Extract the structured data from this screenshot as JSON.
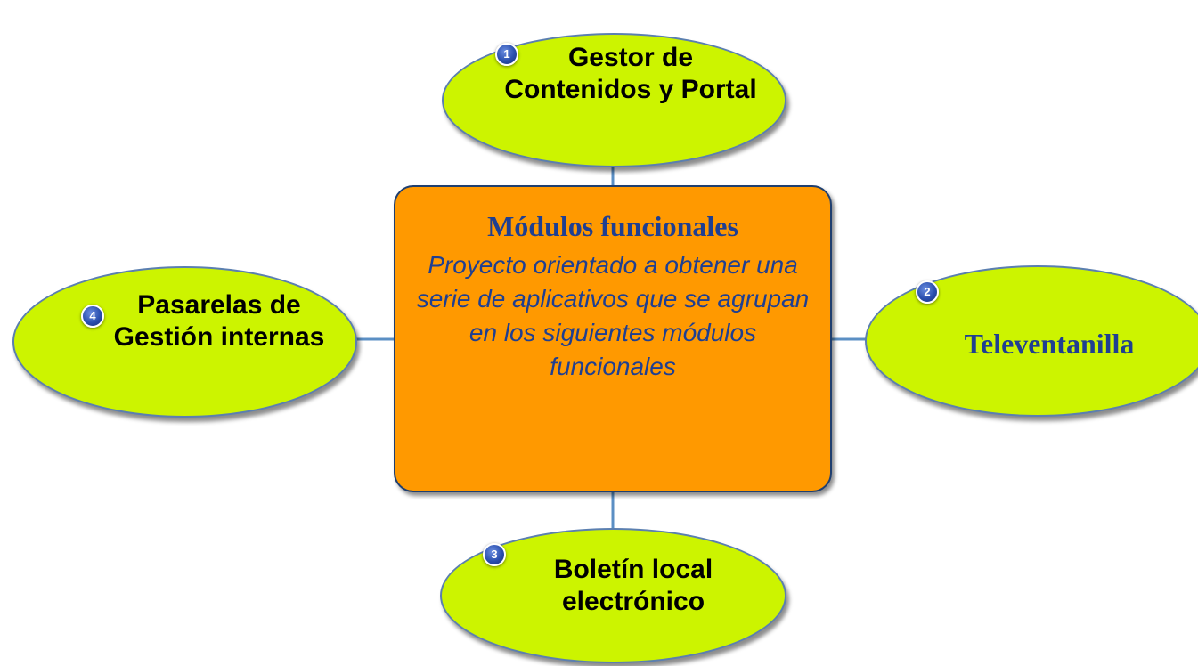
{
  "center": {
    "title": "Módulos funcionales",
    "description": "Proyecto orientado a obtener una serie de aplicativos que se agrupan en los siguientes módulos funcionales"
  },
  "nodes": [
    {
      "number": "1",
      "label": "Gestor de Contenidos y Portal"
    },
    {
      "number": "2",
      "label": "Televentanilla"
    },
    {
      "number": "3",
      "label": "Boletín local electrónico"
    },
    {
      "number": "4",
      "label": "Pasarelas de Gestión internas"
    }
  ],
  "colors": {
    "center_fill": "#ff9900",
    "center_text": "#1f3f91",
    "node_fill": "#ccf400",
    "node_border": "#5b7fb0",
    "connector": "#5b8fc4",
    "badge": "#2a4fae"
  }
}
